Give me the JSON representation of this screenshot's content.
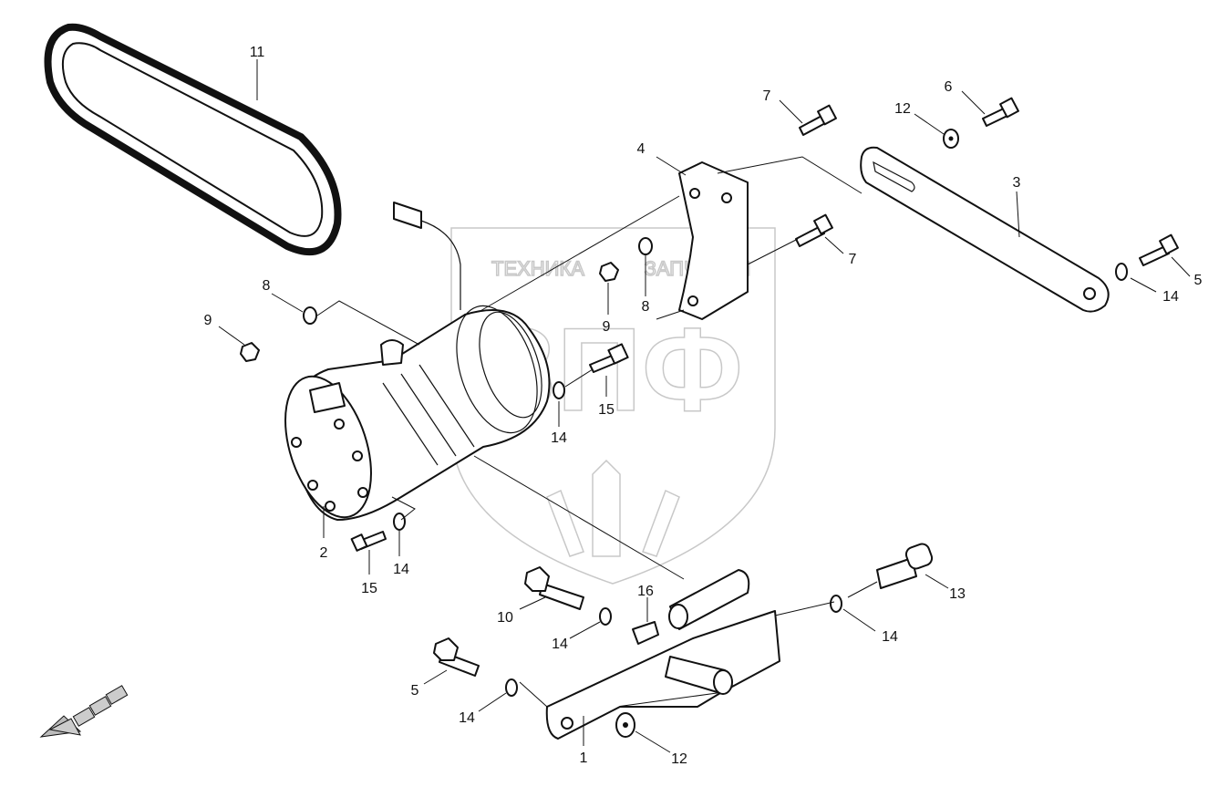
{
  "watermark": {
    "line1": "ТЕХНИКА",
    "line2": "ЗАПЧАСТИ",
    "logo": "ЗПФ"
  },
  "icons": {
    "direction": "direction-arrow-icon"
  },
  "callouts": {
    "c11": "11",
    "c7a": "7",
    "c4": "4",
    "c12a": "12",
    "c6": "6",
    "c3": "3",
    "c7b": "7",
    "c5a": "5",
    "c14a": "14",
    "c8a": "8",
    "c9a": "9",
    "c8b": "8",
    "c9b": "9",
    "c15a": "15",
    "c14b": "14",
    "c2": "2",
    "c14c": "14",
    "c15b": "15",
    "c16": "16",
    "c13": "13",
    "c10": "10",
    "c14d": "14",
    "c14e": "14",
    "c5b": "5",
    "c14f": "14",
    "c1": "1",
    "c12b": "12"
  }
}
